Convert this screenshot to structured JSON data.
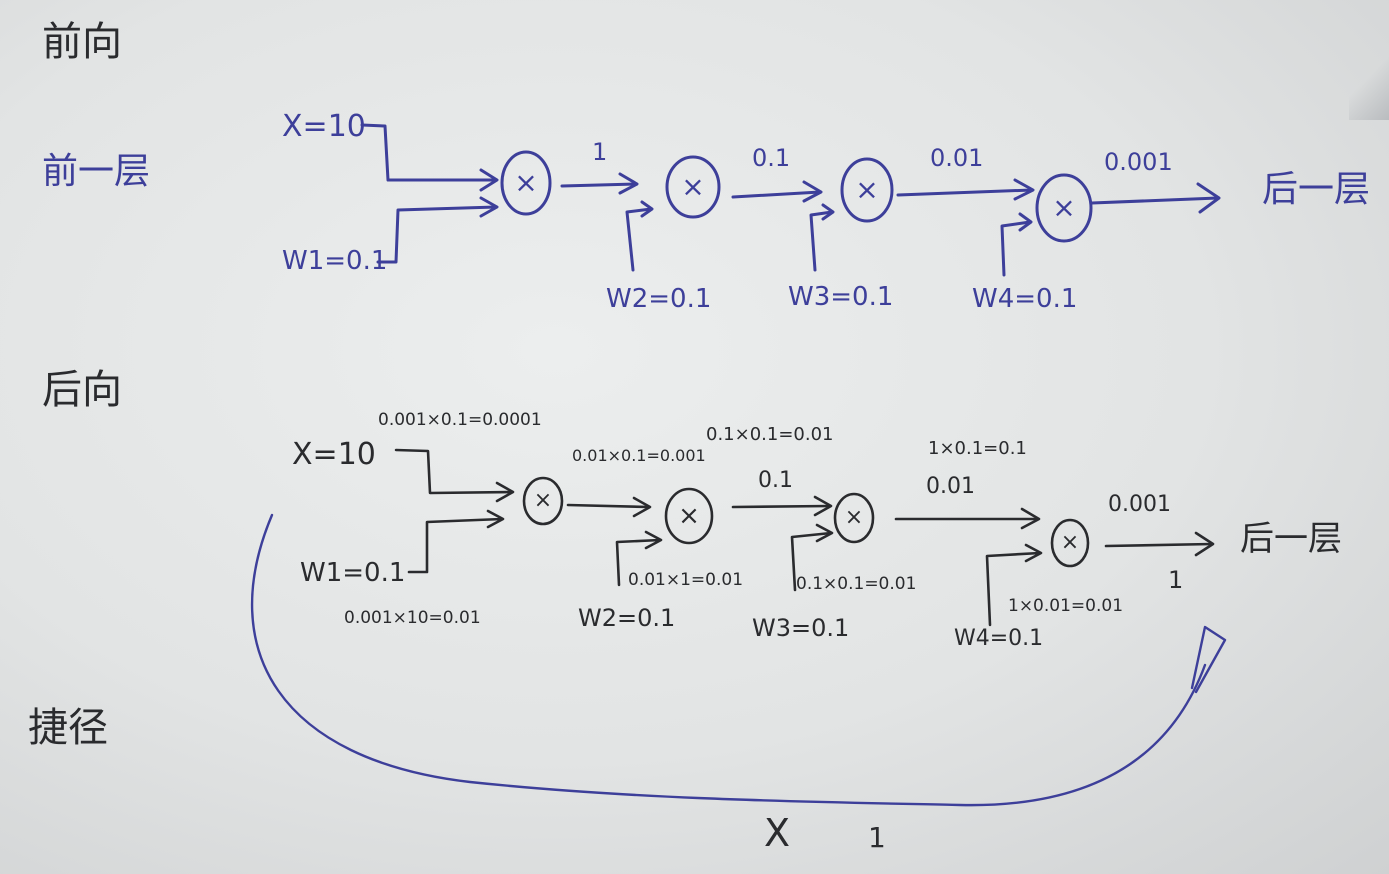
{
  "headings": {
    "forward": "前向",
    "prev_layer": "前一层",
    "backward": "后向",
    "shortcut": "捷径"
  },
  "forward": {
    "x_input": "X=10",
    "w1": "W1=0.1",
    "w2": "W2=0.1",
    "w3": "W3=0.1",
    "w4": "W4=0.1",
    "edge1": "1",
    "edge2": "0.1",
    "edge3": "0.01",
    "edge4": "0.001",
    "next_layer": "后一层",
    "multiply_symbol": "×"
  },
  "backward": {
    "x_input": "X=10",
    "w1": "W1=0.1",
    "w2": "W2=0.1",
    "w3": "W3=0.1",
    "w4": "W4=0.1",
    "grad_x": "0.001×0.1=0.0001",
    "grad_w1": "0.001×10=0.01",
    "grad_node2_top": "0.01×0.1=0.001",
    "grad_w2": "0.01×1=0.01",
    "grad_node3_top": "0.1×0.1=0.01",
    "grad_w3": "0.1×0.1=0.01",
    "grad_node4_top": "1×0.1=0.1",
    "grad_w4": "1×0.01=0.01",
    "edge_val2": "0.1",
    "edge_val3": "0.01",
    "edge_val4": "0.001",
    "output_grad": "1",
    "next_layer": "后一层",
    "multiply_symbol": "×"
  },
  "shortcut": {
    "label": "X",
    "value": "1"
  },
  "colors": {
    "ink_blue": "#3d3f9a",
    "ink_black": "#2a2b2e",
    "paper": "#e6e8e8"
  }
}
